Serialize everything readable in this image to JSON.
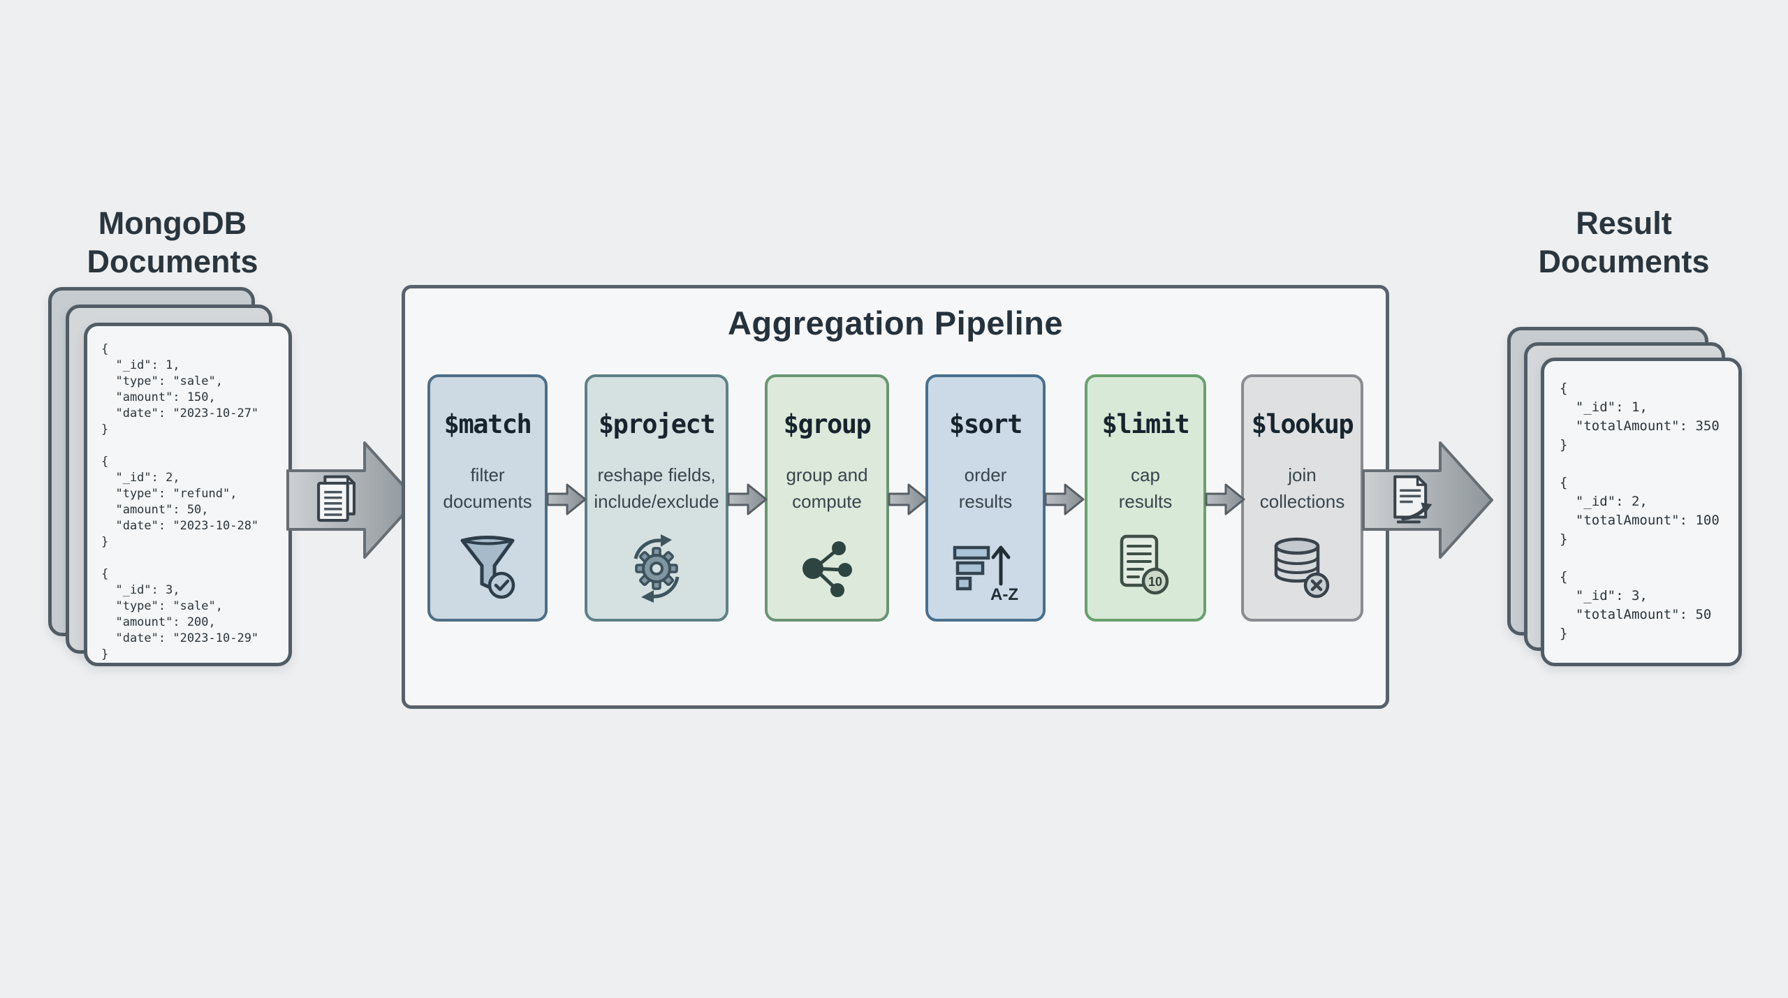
{
  "page": {
    "background_color": "#edeff1",
    "kind": "MongoDB aggregation pipeline diagram"
  },
  "input_stack": {
    "title": "MongoDB\nDocuments",
    "json_text": "{\n  \"_id\": 1,\n  \"type\": \"sale\",\n  \"amount\": 150,\n  \"date\": \"2023-10-27\"\n}\n\n{\n  \"_id\": 2,\n  \"type\": \"refund\",\n  \"amount\": 50,\n  \"date\": \"2023-10-28\"\n}\n\n{\n  \"_id\": 3,\n  \"type\": \"sale\",\n  \"amount\": 200,\n  \"date\": \"2023-10-29\"\n}"
  },
  "result_stack": {
    "title": "Result\nDocuments",
    "json_text": "{\n  \"_id\": 1,\n  \"totalAmount\": 350\n}\n\n{\n  \"_id\": 2,\n  \"totalAmount\": 100\n}\n\n{\n  \"_id\": 3,\n  \"totalAmount\": 50\n}"
  },
  "pipeline": {
    "title": "Aggregation Pipeline",
    "container_fill": "#f6f7f8",
    "container_border": "#59626a",
    "stages": [
      {
        "name": "$match",
        "description": "filter\ndocuments",
        "icon": "funnel-check-icon",
        "fill": "#cdd9e3",
        "border": "#4d6e86"
      },
      {
        "name": "$project",
        "description": "reshape fields,\ninclude/exclude",
        "icon": "gear-cycle-icon",
        "fill": "#d5e0e1",
        "border": "#5d8184"
      },
      {
        "name": "$group",
        "description": "group and\ncompute",
        "icon": "network-nodes-icon",
        "fill": "#dde9da",
        "border": "#6a9573"
      },
      {
        "name": "$sort",
        "description": "order\nresults",
        "icon": "sort-bars-icon",
        "icon_label": "A-Z",
        "fill": "#cbdae6",
        "border": "#486f8e"
      },
      {
        "name": "$limit",
        "description": "cap\nresults",
        "icon": "document-count-icon",
        "icon_label": "10",
        "fill": "#d9e9d7",
        "border": "#67a16d"
      },
      {
        "name": "$lookup",
        "description": "join\ncollections",
        "icon": "database-join-icon",
        "fill": "#dee0e1",
        "border": "#888c90"
      }
    ]
  },
  "arrows": {
    "input_arrow": {
      "icon": "documents-icon"
    },
    "output_arrow": {
      "icon": "document-export-icon"
    },
    "fill_light": "#ccd0d3",
    "fill_dark": "#8f969b",
    "outline": "#666d73"
  }
}
